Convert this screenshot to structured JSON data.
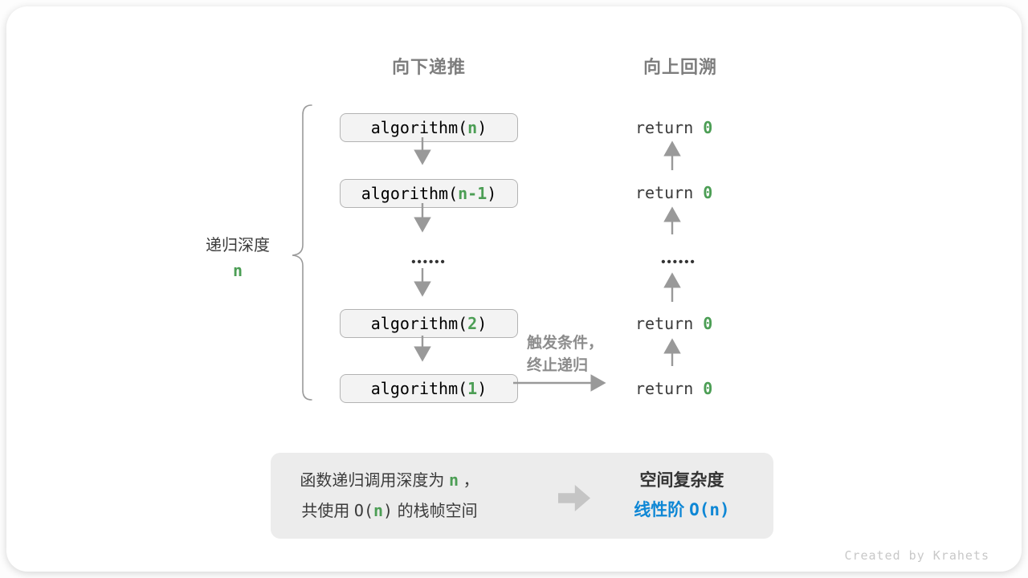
{
  "headers": {
    "down": "向下递推",
    "up": "向上回溯"
  },
  "depth_label": {
    "text": "递归深度",
    "value": "n"
  },
  "calls": [
    {
      "pre": "algorithm(",
      "arg": "n",
      "post": ")"
    },
    {
      "pre": "algorithm(",
      "arg": "n-1",
      "post": ")"
    },
    {
      "pre": "algorithm(",
      "arg": "2",
      "post": ")"
    },
    {
      "pre": "algorithm(",
      "arg": "1",
      "post": ")"
    }
  ],
  "returns": [
    {
      "pre": "return ",
      "val": "0"
    },
    {
      "pre": "return ",
      "val": "0"
    },
    {
      "pre": "return ",
      "val": "0"
    },
    {
      "pre": "return ",
      "val": "0"
    }
  ],
  "ellipsis": "••••••",
  "trigger_label": {
    "line1": "触发条件，",
    "line2": "终止递归"
  },
  "summary": {
    "line1_pre": "函数递归调用深度为 ",
    "line1_arg": "n",
    "line1_post": " ，",
    "line2_pre_cn": "共使用 ",
    "line2_code_pre": "O(",
    "line2_arg": "n",
    "line2_code_post": ")",
    "line2_post_cn": " 的栈帧空间",
    "result_title": "空间复杂度",
    "result_value_cn": "线性阶 ",
    "result_value_code": "O(n)"
  },
  "watermark": "Created by Krahets",
  "colors": {
    "accent_green": "#4C9E55",
    "accent_blue": "#0E87D5",
    "heading_gray": "#7d7d7d"
  }
}
